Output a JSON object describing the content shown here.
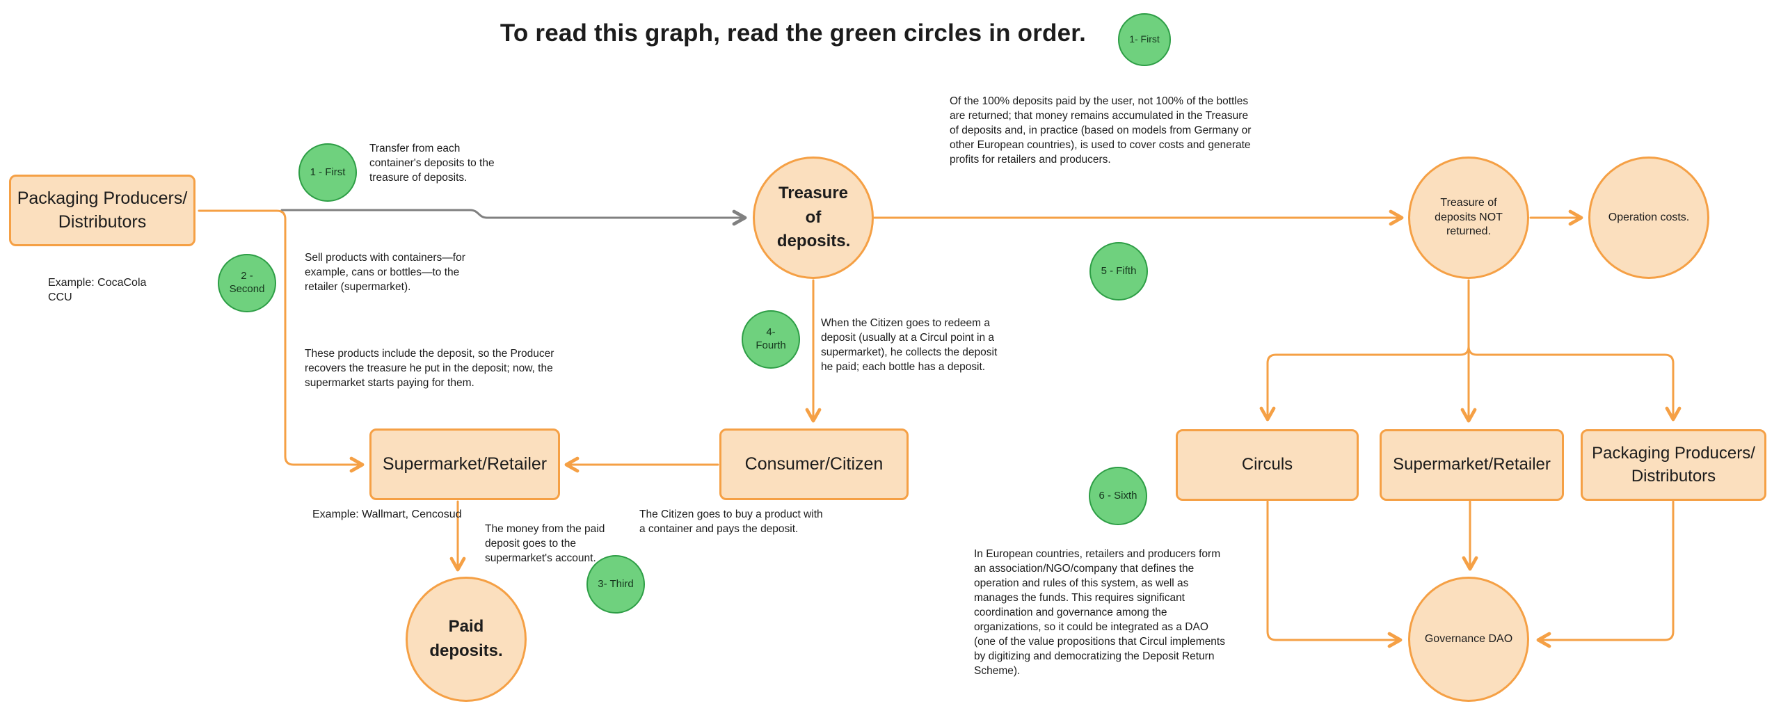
{
  "title": {
    "text": "To read this graph, read the green circles in order.",
    "badge": "1- First"
  },
  "colors": {
    "accent_orange": "#f5a045",
    "node_fill": "#fbdfbe",
    "green_fill": "#6fd17e",
    "green_border": "#2e9e46",
    "gray_line": "#808080",
    "text": "#1c1c1c"
  },
  "steps": {
    "s1": {
      "label": "1 - First"
    },
    "s2": {
      "label": "2 - Second"
    },
    "s3": {
      "label": "3- Third"
    },
    "s4": {
      "label": "4- Fourth"
    },
    "s5": {
      "label": "5 - Fifth"
    },
    "s6": {
      "label": "6 - Sixth"
    }
  },
  "nodes": {
    "packaging": {
      "label1": "Packaging Producers/",
      "label2": "Distributors"
    },
    "treasure": {
      "label": "Treasure of deposits."
    },
    "supermarket": {
      "label": "Supermarket/Retailer"
    },
    "consumer": {
      "label": "Consumer/Citizen"
    },
    "paid": {
      "label": "Paid deposits."
    },
    "not_returned": {
      "label": "Treasure of deposits NOT returned."
    },
    "operation": {
      "label": "Operation costs."
    },
    "circuls": {
      "label": "Circuls"
    },
    "supermarket2": {
      "label": "Supermarket/Retailer"
    },
    "packaging2": {
      "label1": "Packaging Producers/",
      "label2": "Distributors"
    },
    "dao": {
      "label": "Governance DAO"
    }
  },
  "notes": {
    "transfer": "Transfer from each container's deposits to the treasure of deposits.",
    "sell": "Sell products with containers—for example, cans or bottles—to the retailer (supermarket).",
    "these_products": "These products include the deposit, so the Producer recovers the treasure he put in the deposit; now, the supermarket starts paying for them.",
    "redeem": "When the Citizen goes to redeem a deposit (usually at a Circul point in a supermarket), he collects the deposit he paid; each bottle has a deposit.",
    "not_returned_info": "Of the 100% deposits paid by the user, not 100% of the bottles are returned; that money remains accumulated in the Treasure of deposits and, in practice (based on models from Germany or other European countries), is used to cover costs and generate profits for retailers and producers.",
    "money": "The money from the paid deposit goes to the supermarket's account.",
    "citizen_buys": "The Citizen goes to buy a product with a container and pays the deposit.",
    "governance": "In European countries, retailers and producers form an association/NGO/company that defines the operation and rules of this system, as well as manages the funds. This requires significant coordination and governance among the organizations, so it could be integrated as a DAO (one of the value propositions that Circul implements by digitizing and democratizing the Deposit Return Scheme).",
    "example_producer": "Example: CocaCola CCU",
    "example_retailer": "Example: Wallmart, Cencosud"
  }
}
